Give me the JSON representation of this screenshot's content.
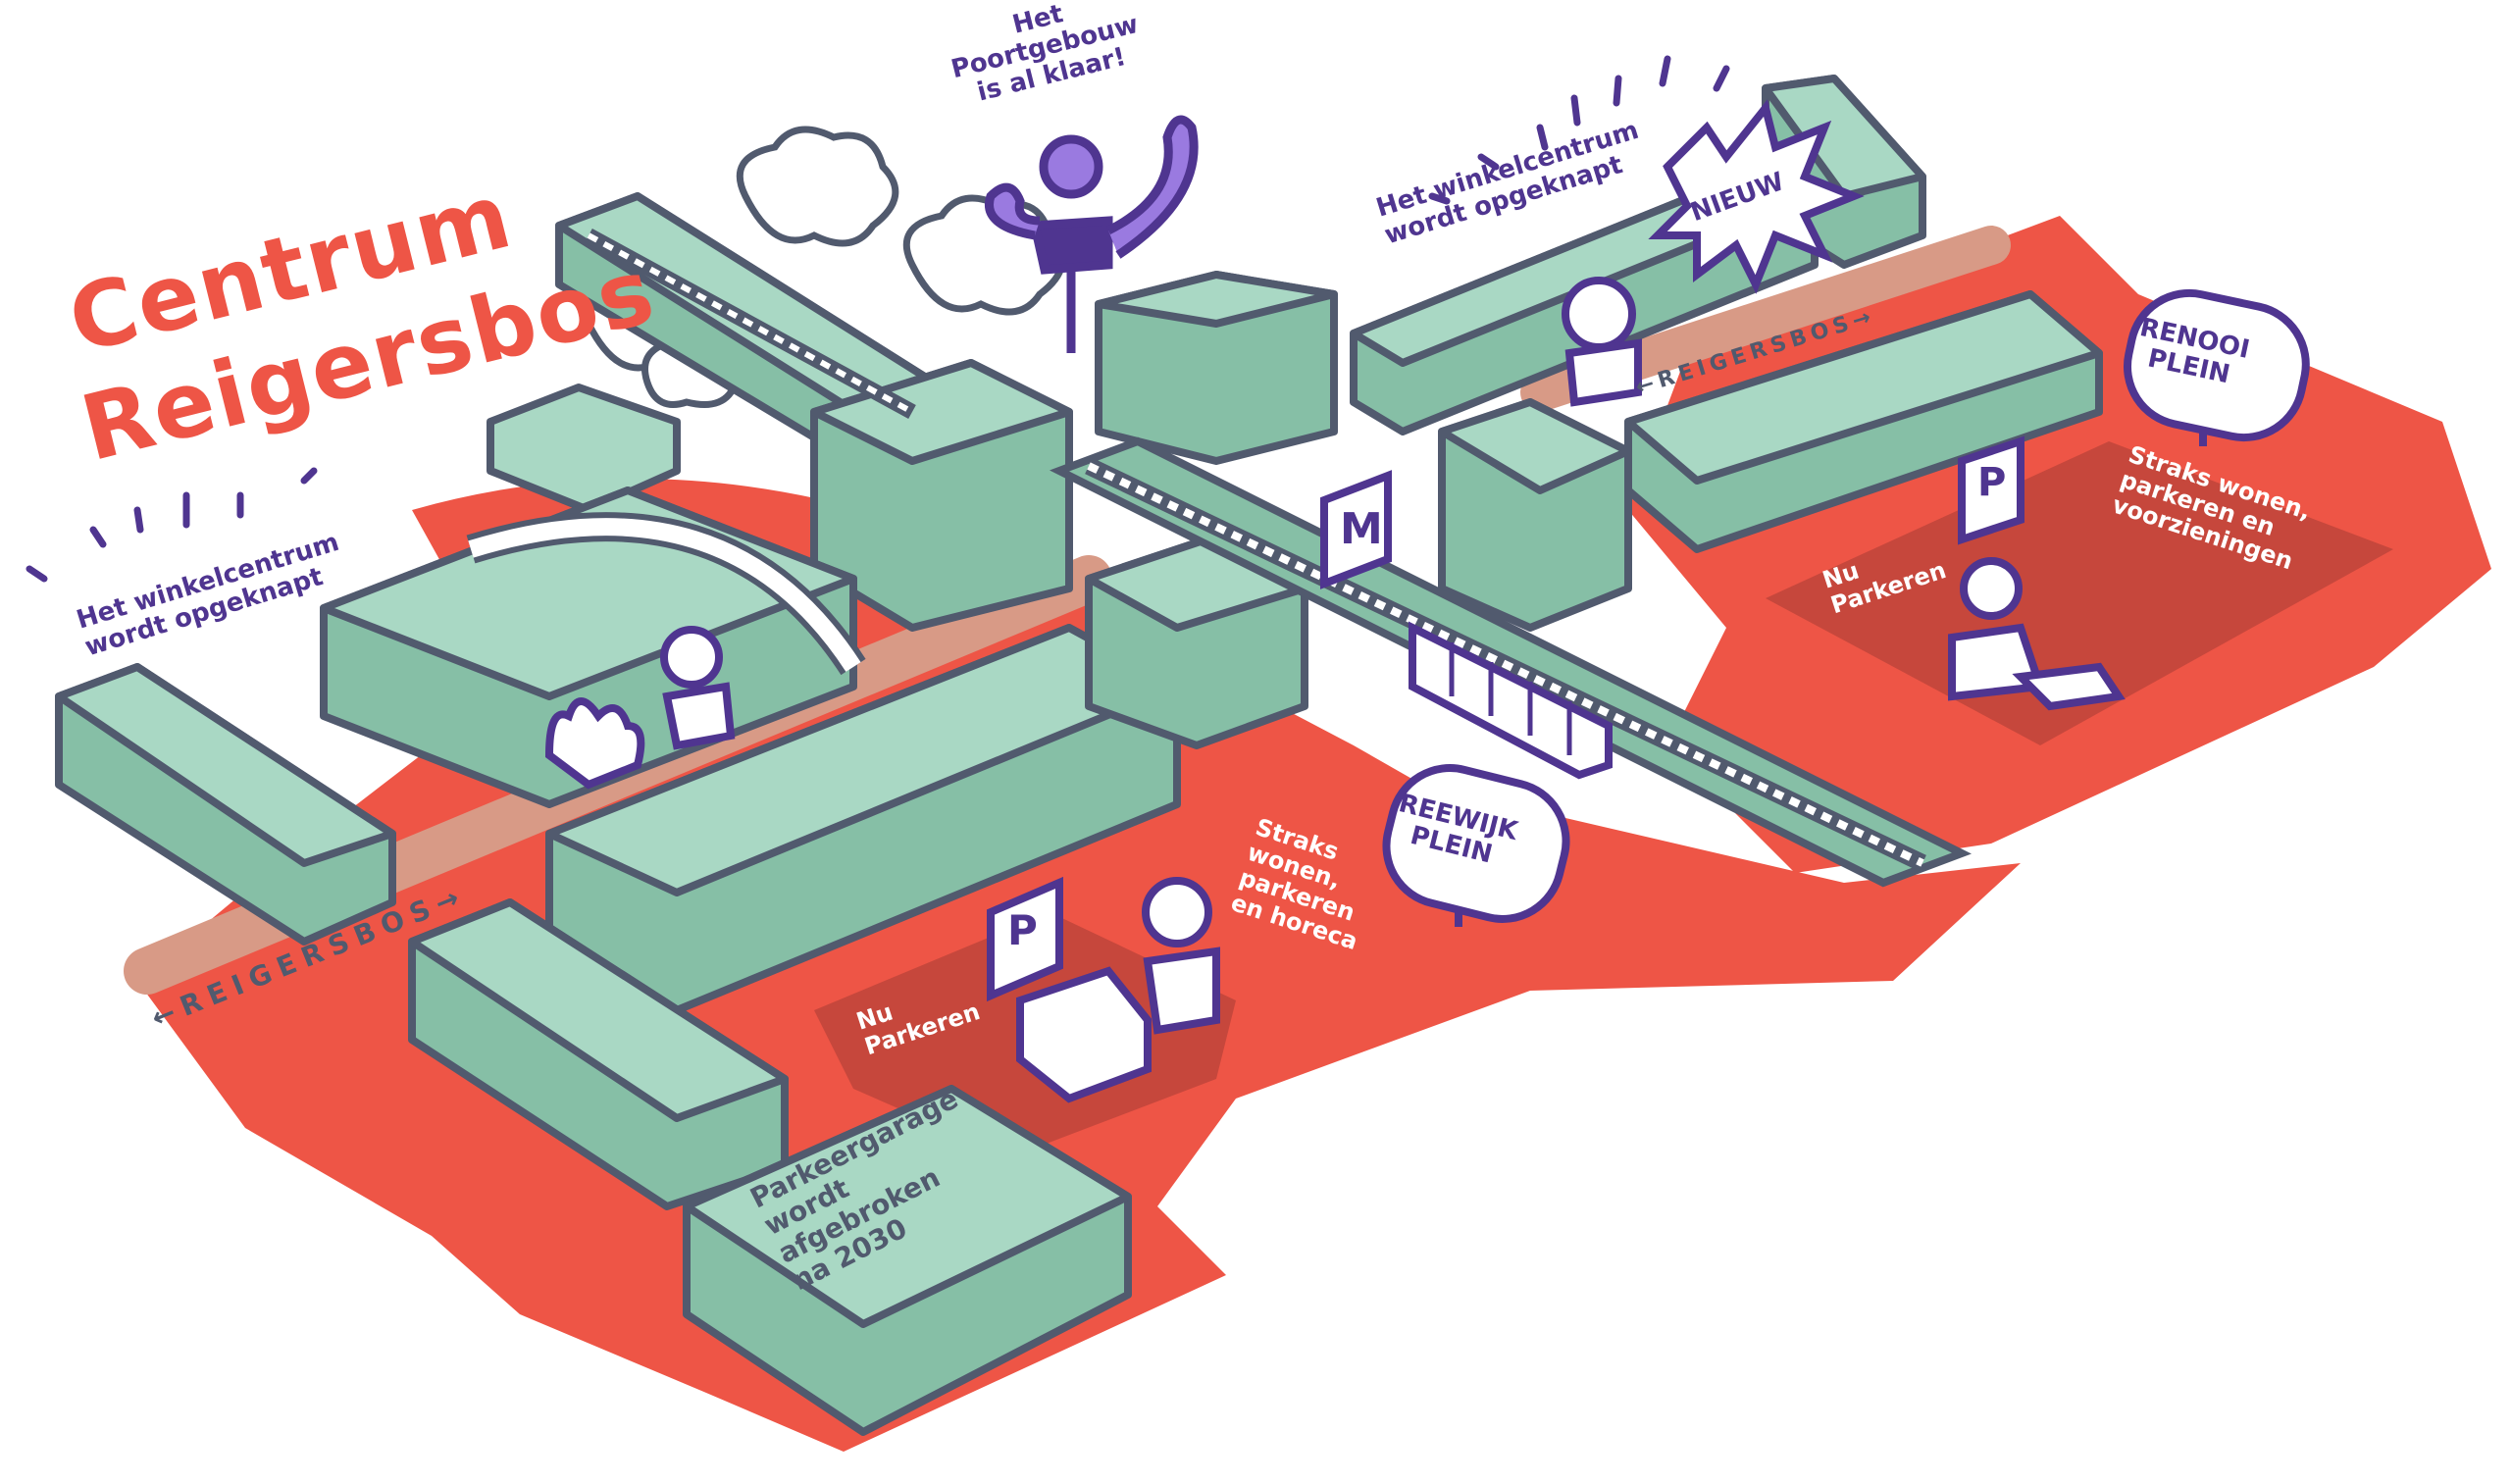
{
  "title": {
    "line1": "Centrum",
    "line2": "Reigersbos"
  },
  "colors": {
    "accent_red": "#ee5546",
    "dark_red": "#c6473c",
    "building_light": "#a9d8c4",
    "building_mid": "#86bfa6",
    "outline": "#515a6e",
    "purple": "#4f3590",
    "purple_light": "#9a7ae0",
    "street": "#d89a86"
  },
  "annotations": {
    "poortgebouw": "Het\nPoortgebouw\nis al klaar!",
    "winkelcentrum_east": "Het winkelcentrum\nwordt opgeknapt",
    "winkelcentrum_west": "Het winkelcentrum\nwordt opgeknapt",
    "nieuw_badge": "NIEUW",
    "renooi_plein_now": "Nu\nParkeren",
    "renooi_plein_future": "Straks wonen,\nparkeren en\nvoorzieningen",
    "reewijk_plein_now": "Nu\nParkeren",
    "reewijk_plein_future": "Straks\nwonen,\nparkeren\nen horeca",
    "parkeergarage": "Parkeergarage\nwordt\nafgebroken\nna 2030"
  },
  "place_signs": {
    "renooi": "RENOOI\nPLEIN",
    "reewijk": "REEWIJK\nPLEIN"
  },
  "streets": {
    "west": "←REIGERSBOS→",
    "east": "←REIGERSBOS→"
  },
  "symbols": {
    "metro": "M",
    "parking_east": "P",
    "parking_west": "P"
  }
}
